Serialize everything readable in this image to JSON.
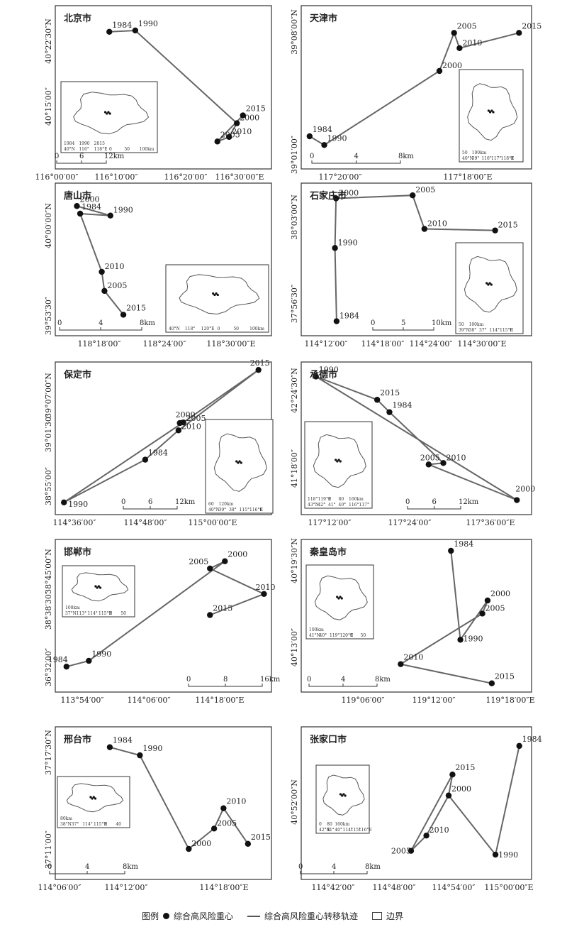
{
  "legend": {
    "title": "图例",
    "point": "综合高风险重心",
    "track": "综合高风险重心转移轨迹",
    "boundary": "边界"
  },
  "chart_data": [
    {
      "type": "scatter",
      "title": "北京市",
      "points": [
        {
          "label": "1984",
          "x": 116.125,
          "y": 40.36
        },
        {
          "label": "1990",
          "x": 116.185,
          "y": 40.362
        },
        {
          "label": "2000",
          "x": 116.42,
          "y": 40.22
        },
        {
          "label": "2010",
          "x": 116.402,
          "y": 40.199
        },
        {
          "label": "2005",
          "x": 116.375,
          "y": 40.192
        },
        {
          "label": "2015",
          "x": 116.434,
          "y": 40.232
        }
      ],
      "path_order": [
        "1984",
        "1990",
        "2000",
        "2010",
        "2005",
        "2015"
      ],
      "x_ticks": [
        "116°00′00″",
        "116°10′00″",
        "116°20′00″",
        "116°30′00″E"
      ],
      "y_ticks": [
        "40°22′30″N",
        "40°15′00″"
      ],
      "scale_bar": [
        "0",
        "6",
        "12km"
      ],
      "inset_labels": [
        "40°N",
        "116°",
        "118°E",
        "0",
        "50",
        "100km",
        "1984",
        "1990",
        "2015"
      ]
    },
    {
      "type": "scatter",
      "title": "天津市",
      "points": [
        {
          "label": "1984",
          "x": 117.12,
          "y": 39.03
        },
        {
          "label": "1990",
          "x": 117.155,
          "y": 39.022
        },
        {
          "label": "2000",
          "x": 117.43,
          "y": 39.09
        },
        {
          "label": "2005",
          "x": 117.465,
          "y": 39.125
        },
        {
          "label": "2010",
          "x": 117.478,
          "y": 39.111
        },
        {
          "label": "2015",
          "x": 117.62,
          "y": 39.125
        }
      ],
      "path_order": [
        "1984",
        "1990",
        "2000",
        "2005",
        "2010",
        "2015"
      ],
      "x_ticks": [
        "117°20′00″",
        "117°18′00″E"
      ],
      "y_ticks": [
        "39°08′00″N",
        "39°01′00″"
      ],
      "scale_bar": [
        "0",
        "4",
        "8km"
      ],
      "inset_labels": [
        "40°N",
        "39°",
        "116°",
        "117°",
        "118°E",
        "0",
        "50",
        "100km"
      ]
    },
    {
      "type": "scatter",
      "title": "唐山市",
      "points": [
        {
          "label": "2000",
          "x": 118.19,
          "y": 40.006
        },
        {
          "label": "1984",
          "x": 118.196,
          "y": 39.998
        },
        {
          "label": "1990",
          "x": 118.252,
          "y": 39.996
        },
        {
          "label": "2010",
          "x": 118.236,
          "y": 39.937
        },
        {
          "label": "2005",
          "x": 118.241,
          "y": 39.917
        },
        {
          "label": "2015",
          "x": 118.276,
          "y": 39.892
        }
      ],
      "path_order": [
        "2000",
        "1990",
        "1984",
        "2010",
        "2005",
        "2015"
      ],
      "x_ticks": [
        "118°18′00″",
        "118°24′00″",
        "118°30′00″E"
      ],
      "y_ticks": [
        "40°00′00″N",
        "39°53′30″"
      ],
      "scale_bar": [
        "0",
        "4",
        "8km"
      ],
      "inset_labels": [
        "40°N",
        "118°",
        "120°E",
        "0",
        "50",
        "100km"
      ]
    },
    {
      "type": "scatter",
      "title": "石家庄市",
      "points": [
        {
          "label": "2000",
          "x": 114.235,
          "y": 38.1
        },
        {
          "label": "2005",
          "x": 114.378,
          "y": 38.104
        },
        {
          "label": "2010",
          "x": 114.4,
          "y": 38.06
        },
        {
          "label": "2015",
          "x": 114.532,
          "y": 38.058
        },
        {
          "label": "1990",
          "x": 114.233,
          "y": 38.035
        },
        {
          "label": "1984",
          "x": 114.236,
          "y": 37.939
        }
      ],
      "path_order": [
        "1984",
        "1990",
        "2000",
        "2005",
        "2010",
        "2015"
      ],
      "x_ticks": [
        "114°12′00″",
        "114°18′00″",
        "114°24′00″",
        "114°30′00″E"
      ],
      "y_ticks": [
        "38°03′00″N",
        "37°56′30″"
      ],
      "scale_bar": [
        "0",
        "5",
        "10km"
      ],
      "inset_labels": [
        "39°N",
        "38°",
        "37°",
        "114°",
        "115°E",
        "0",
        "50",
        "100km"
      ]
    },
    {
      "type": "scatter",
      "title": "保定市",
      "points": [
        {
          "label": "2015",
          "x": 115.05,
          "y": 39.117
        },
        {
          "label": "2000",
          "x": 114.868,
          "y": 39.03
        },
        {
          "label": "2005",
          "x": 114.876,
          "y": 39.031
        },
        {
          "label": "2010",
          "x": 114.865,
          "y": 39.018
        },
        {
          "label": "1984",
          "x": 114.788,
          "y": 38.97
        },
        {
          "label": "1990",
          "x": 114.6,
          "y": 38.9
        }
      ],
      "path_order": [
        "1990",
        "2005",
        "2015",
        "2010",
        "1984",
        "1990"
      ],
      "x_ticks": [
        "114°36′00″",
        "114°48′00″",
        "115°00′00″E"
      ],
      "y_ticks": [
        "39°07′00″N",
        "39°01′30″",
        "38°55′00″"
      ],
      "scale_bar": [
        "0",
        "6",
        "12km"
      ],
      "inset_labels": [
        "40°N",
        "39°",
        "38°",
        "115°",
        "116°E",
        "0",
        "60",
        "120km"
      ]
    },
    {
      "type": "scatter",
      "title": "承德市",
      "points": [
        {
          "label": "1990",
          "x": 117.18,
          "y": 41.48
        },
        {
          "label": "2015",
          "x": 117.305,
          "y": 41.448
        },
        {
          "label": "1984",
          "x": 117.33,
          "y": 41.431
        },
        {
          "label": "2005",
          "x": 117.41,
          "y": 41.359
        },
        {
          "label": "2010",
          "x": 117.44,
          "y": 41.361
        },
        {
          "label": "2000",
          "x": 117.59,
          "y": 41.31
        }
      ],
      "path_order": [
        "2015",
        "1990",
        "2000",
        "2005",
        "2010",
        "1984",
        "2015"
      ],
      "x_ticks": [
        "117°12′00″",
        "117°24′00″",
        "117°36′00″E"
      ],
      "y_ticks": [
        "42°24′30″N",
        "41°18′00″"
      ],
      "scale_bar": [
        "0",
        "6",
        "12km"
      ],
      "inset_labels": [
        "43°N",
        "42°",
        "41°",
        "40°",
        "116°",
        "117°",
        "118°",
        "119°E",
        "0",
        "80",
        "160km"
      ]
    },
    {
      "type": "scatter",
      "title": "邯郸市",
      "points": [
        {
          "label": "2005",
          "x": 114.265,
          "y": 38.72
        },
        {
          "label": "2000",
          "x": 114.305,
          "y": 38.73
        },
        {
          "label": "2010",
          "x": 114.41,
          "y": 38.685
        },
        {
          "label": "2015",
          "x": 114.265,
          "y": 38.656
        },
        {
          "label": "1990",
          "x": 113.94,
          "y": 38.593
        },
        {
          "label": "1984",
          "x": 113.88,
          "y": 38.585
        }
      ],
      "path_order": [
        "1984",
        "1990",
        "2000",
        "2005",
        "2010",
        "2015"
      ],
      "x_ticks": [
        "113°54′00″",
        "114°06′00″",
        "114°18′00″E"
      ],
      "y_ticks": [
        "38°45′00″N",
        "38°38′30″",
        "36°32′00″"
      ],
      "scale_bar": [
        "0",
        "8",
        "16km"
      ],
      "inset_labels": [
        "37°N",
        "113°",
        "114°",
        "115°E",
        "0",
        "50",
        "100km"
      ]
    },
    {
      "type": "scatter",
      "title": "秦皇岛市",
      "points": [
        {
          "label": "1984",
          "x": 119.223,
          "y": 40.332
        },
        {
          "label": "2000",
          "x": 119.258,
          "y": 40.275
        },
        {
          "label": "2005",
          "x": 119.253,
          "y": 40.26
        },
        {
          "label": "1990",
          "x": 119.232,
          "y": 40.23
        },
        {
          "label": "2010",
          "x": 119.175,
          "y": 40.202
        },
        {
          "label": "2015",
          "x": 119.262,
          "y": 40.18
        }
      ],
      "path_order": [
        "1984",
        "1990",
        "2000",
        "2005",
        "2010",
        "2015"
      ],
      "x_ticks": [
        "119°06′00″",
        "119°12′00″",
        "119°18′00″E"
      ],
      "y_ticks": [
        "40°19′30″N",
        "40°13′00″"
      ],
      "scale_bar": [
        "0",
        "4",
        "8km"
      ],
      "inset_labels": [
        "41°N",
        "40°",
        "119°",
        "120°E",
        "0",
        "50",
        "100km"
      ]
    },
    {
      "type": "scatter",
      "title": "邢台市",
      "points": [
        {
          "label": "1984",
          "x": 114.158,
          "y": 37.3
        },
        {
          "label": "1990",
          "x": 114.19,
          "y": 37.292
        },
        {
          "label": "2000",
          "x": 114.242,
          "y": 37.2
        },
        {
          "label": "2005",
          "x": 114.269,
          "y": 37.22
        },
        {
          "label": "2010",
          "x": 114.279,
          "y": 37.24
        },
        {
          "label": "2015",
          "x": 114.305,
          "y": 37.205
        }
      ],
      "path_order": [
        "1984",
        "1990",
        "2000",
        "2005",
        "2010",
        "2015"
      ],
      "x_ticks": [
        "114°06′00″",
        "114°12′00″",
        "114°18′00″E"
      ],
      "y_ticks": [
        "37°17′30″N",
        "37°11′00″"
      ],
      "scale_bar": [
        "0",
        "4",
        "8km"
      ],
      "inset_labels": [
        "38°N",
        "37°",
        "114°",
        "115°E",
        "0",
        "40",
        "80km"
      ]
    },
    {
      "type": "scatter",
      "title": "张家口市",
      "points": [
        {
          "label": "1984",
          "x": 114.984,
          "y": 40.9
        },
        {
          "label": "2015",
          "x": 114.897,
          "y": 40.885
        },
        {
          "label": "2000",
          "x": 114.892,
          "y": 40.874
        },
        {
          "label": "2010",
          "x": 114.863,
          "y": 40.853
        },
        {
          "label": "2005",
          "x": 114.843,
          "y": 40.845
        },
        {
          "label": "1990",
          "x": 114.953,
          "y": 40.843
        }
      ],
      "path_order": [
        "2005",
        "2010",
        "2000",
        "2015",
        "2005"
      ],
      "path_order_2": [
        "2000",
        "1990",
        "1984"
      ],
      "x_ticks": [
        "114°42′00″",
        "114°48′00″",
        "114°54′00″",
        "115°00′00″E"
      ],
      "y_ticks": [
        "40°52′00″N"
      ],
      "scale_bar": [
        "0",
        "4",
        "8km"
      ],
      "inset_labels": [
        "42°N",
        "41°",
        "40°",
        "114°",
        "115°",
        "116°E",
        "0",
        "80",
        "160km"
      ]
    }
  ]
}
